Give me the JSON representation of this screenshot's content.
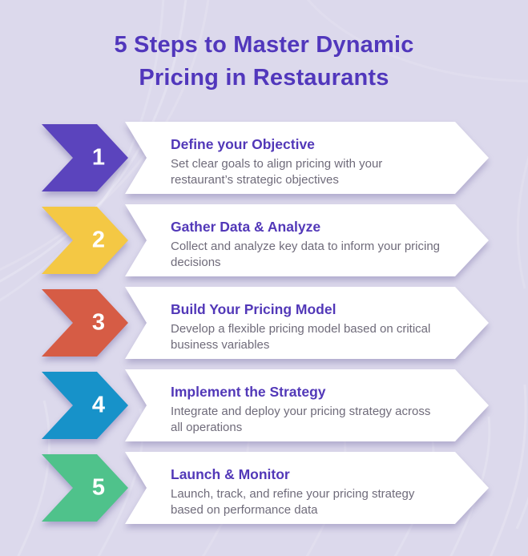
{
  "title": "5 Steps to Master Dynamic\nPricing in Restaurants",
  "colors": {
    "background": "#dcd9ec",
    "title": "#5137bc",
    "heading": "#5238b8",
    "description": "#6f6b7a",
    "banner": "#ffffff",
    "number_text": "#ffffff"
  },
  "steps": [
    {
      "number": "1",
      "color": "#5b44bd",
      "heading": "Define your Objective",
      "description": "Set clear goals to align pricing with your\nrestaurant’s strategic objectives"
    },
    {
      "number": "2",
      "color": "#f4c844",
      "heading": "Gather Data & Analyze",
      "description": "Collect and analyze key data to inform your pricing\ndecisions"
    },
    {
      "number": "3",
      "color": "#d65c45",
      "heading": "Build Your Pricing Model",
      "description": "Develop a flexible pricing model based on critical\nbusiness variables"
    },
    {
      "number": "4",
      "color": "#1792c9",
      "heading": "Implement the Strategy",
      "description": "Integrate and deploy your pricing strategy across\nall operations"
    },
    {
      "number": "5",
      "color": "#4fc28b",
      "heading": "Launch & Monitor",
      "description": "Launch, track, and refine your pricing strategy\nbased on performance data"
    }
  ]
}
